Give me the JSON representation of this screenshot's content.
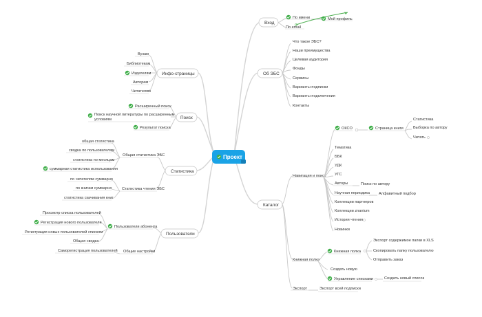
{
  "colors": {
    "accent": "#1aa3e6",
    "check": "#3fae49",
    "edge": "#c9c9c9",
    "arrow": "#4caf50"
  },
  "center": {
    "label": "Проект"
  },
  "branches": {
    "vhod": {
      "label": "Вход",
      "items": [
        "По имени",
        "По email",
        "Мой профиль"
      ]
    },
    "ob_ebs": {
      "label": "Об ЭБС",
      "items": [
        "Что такое ЭБС?",
        "Наши преимущества",
        "Целевая аудитория",
        "Фонды",
        "Сервисы",
        "Варианты подписки",
        "Варианты подключения",
        "Контакты"
      ]
    },
    "katalog": {
      "label": "Каталог",
      "nav": {
        "label": "Навигация и поиск",
        "okso": "ОКСО",
        "book_page": "Страница книги",
        "book_items": [
          "Статистика",
          "Выборка по автору",
          "Читать"
        ],
        "items": [
          "Тематика",
          "ББК",
          "УДК",
          "УГС",
          "Авторы",
          "Научная периодика",
          "Коллекции партнеров",
          "Коллекции znanium",
          "История чтения",
          "Новинки"
        ],
        "author_search": "Поиск по автору",
        "alpha_index": "Алфавитный подбор"
      },
      "shelf": {
        "label": "Книжная полка",
        "my_shelf": "Книжная полка",
        "shelf_items": [
          "Экспорт содержимое папки в XLS",
          "Скопировать папку пользователю",
          "Отправить заказ"
        ],
        "create": "Создать новую",
        "manage": "Управление списками",
        "new_list": "Создать новый список"
      },
      "export": {
        "label": "Экспорт",
        "item": "Экспорт всей подписки"
      }
    },
    "info": {
      "label": "Инфо-страницы",
      "items": [
        "Вузам",
        "Библиотекам",
        "Издателям",
        "Авторам",
        "Читателям"
      ]
    },
    "poisk": {
      "label": "Поиск",
      "items": [
        "Расширенный поиск",
        "Поиск научной литературы по расширенным",
        "условиям",
        "Результат поиска"
      ]
    },
    "stat": {
      "label": "Статистика",
      "general": {
        "label": "Общая статистика ЭБС",
        "items": [
          "общая статистика",
          "сводка по пользователям",
          "статистика по месяцам",
          "суммарная статистика использования"
        ]
      },
      "reading": {
        "label": "Статистика чтения ЭБС",
        "items": [
          "по читателям суммарно",
          "по книгам суммарно",
          "статистика скачивания книг"
        ]
      }
    },
    "users": {
      "label": "Пользователи",
      "account": {
        "label": "Пользователи абонента",
        "items": [
          "Просмотр списка пользователей",
          "Регистрация нового пользователя",
          "Регистрация новых пользователей списком",
          "Общая сводка"
        ]
      },
      "settings": {
        "label": "Общие настройки",
        "items": [
          "Саморегистрация пользователей"
        ]
      }
    }
  }
}
